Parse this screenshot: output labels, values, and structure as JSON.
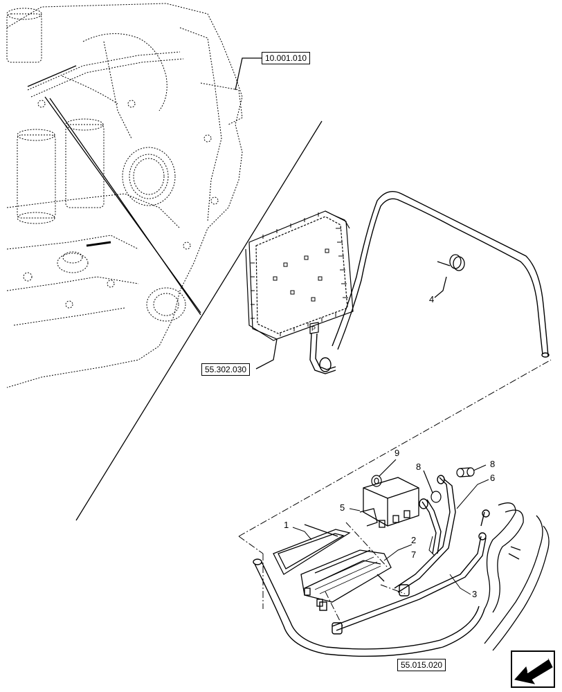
{
  "references": {
    "engine": "10.001.010",
    "controller": "55.302.030",
    "harness": "55.015.020"
  },
  "callouts": [
    "1",
    "2",
    "3",
    "4",
    "5",
    "6",
    "7",
    "8",
    "8",
    "9"
  ],
  "nav_icon": "arrow-back-icon"
}
